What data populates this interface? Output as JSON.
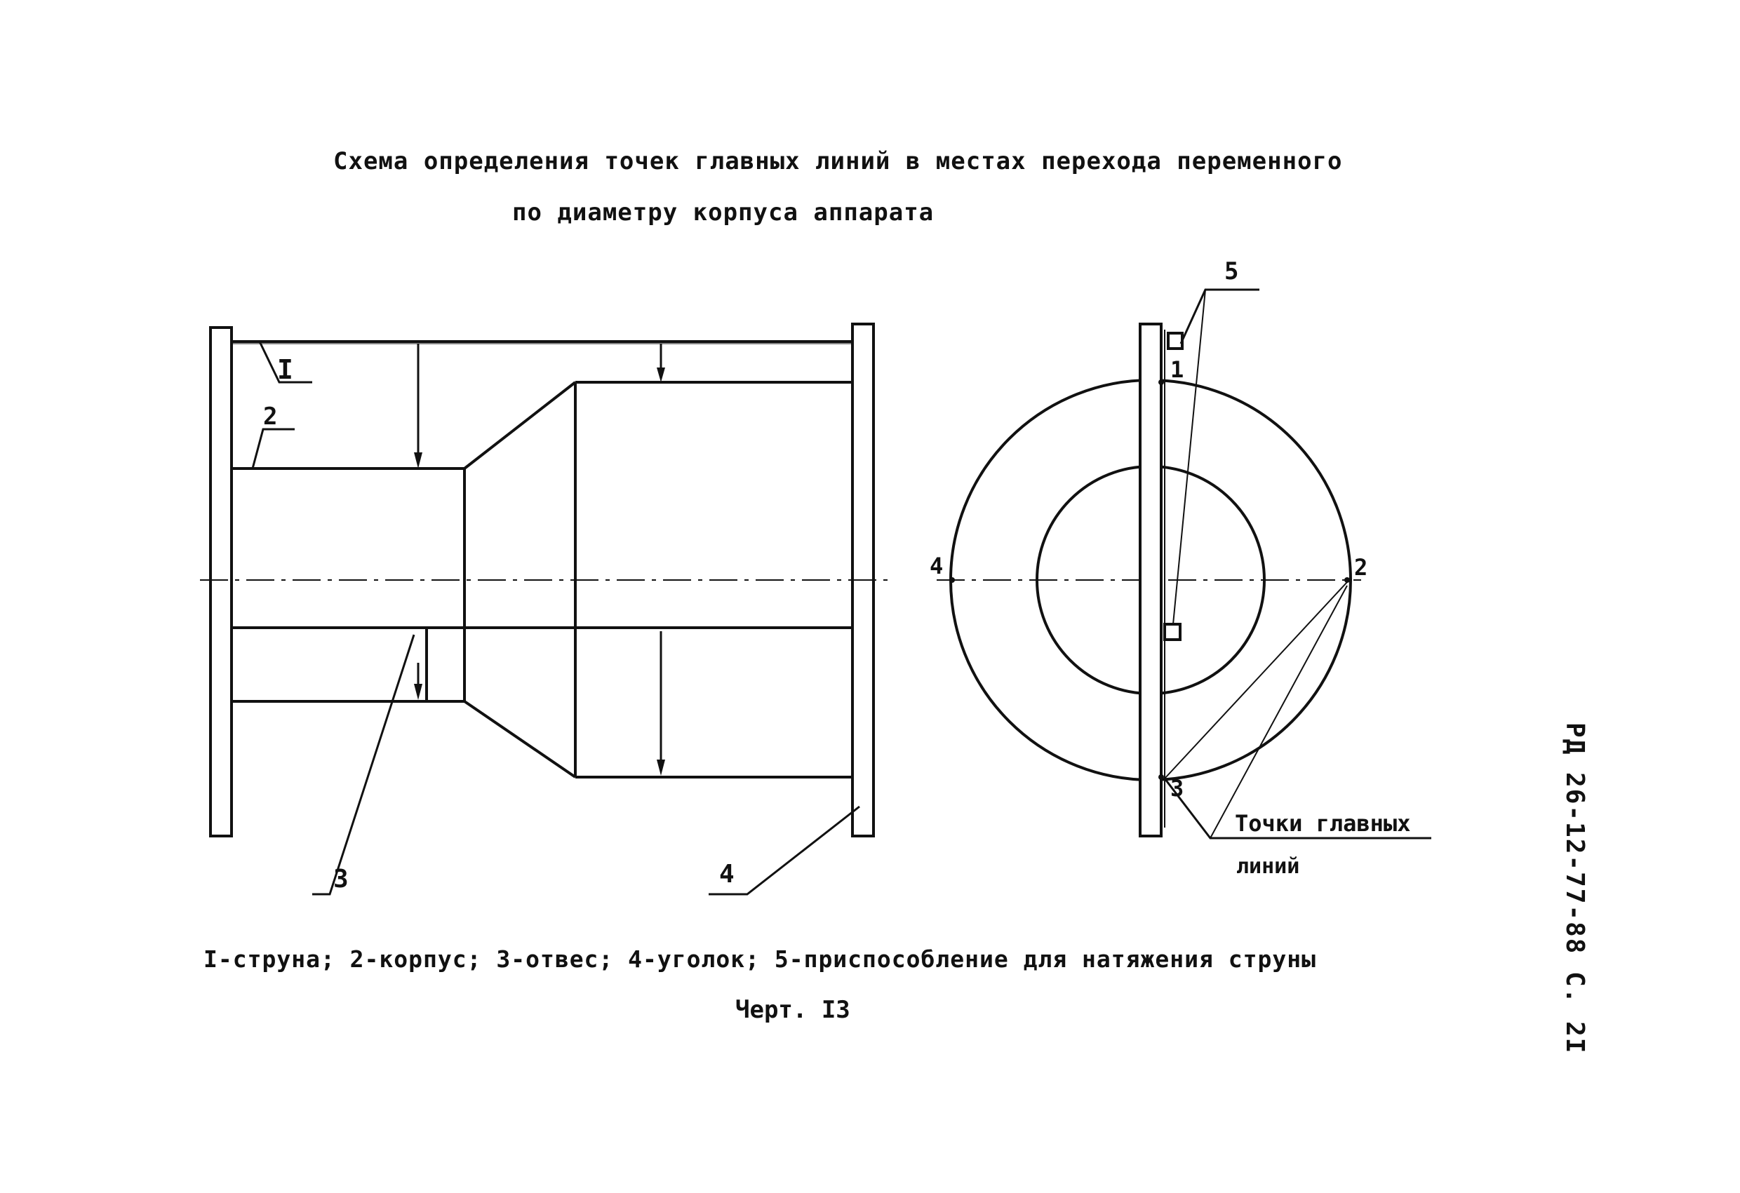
{
  "title": {
    "line1": "Схема определения точек главных линий в местах перехода переменного",
    "line2": "по диаметру корпуса аппарата"
  },
  "callouts": {
    "string": "I",
    "body": "2",
    "plumb": "3",
    "angle": "4",
    "tension_device": "5"
  },
  "points": {
    "p1": "1",
    "p2": "2",
    "p3": "3",
    "p4": "4"
  },
  "main_points_label": {
    "line1": "Точки главных",
    "line2": "линий"
  },
  "legend": "I-струна; 2-корпус; 3-отвес; 4-уголок; 5-приспособление для натяжения струны",
  "figure_label": "Черт. I3",
  "document_code": "РД 26-12-77-88 С. 2I"
}
